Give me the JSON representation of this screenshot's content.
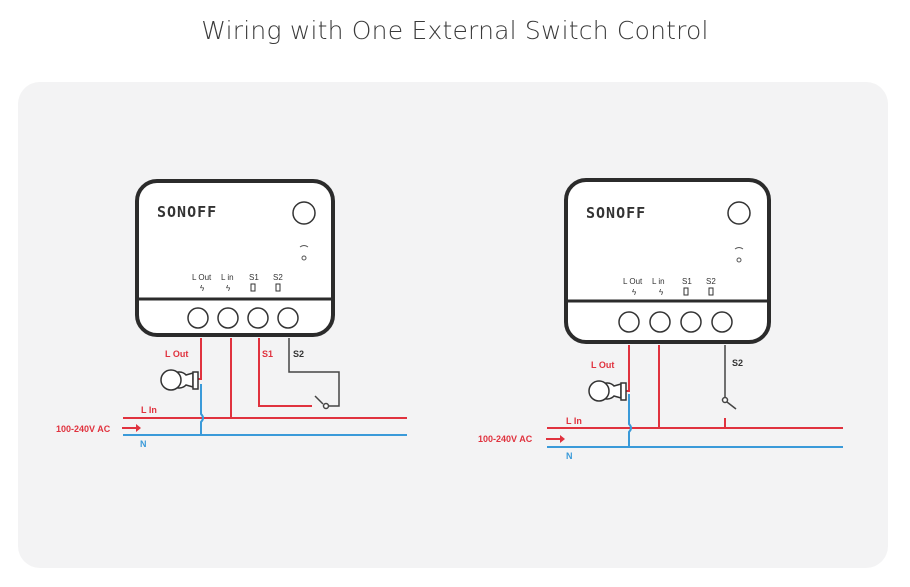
{
  "title": "Wiring with One External Switch Control",
  "colors": {
    "live": "#e0323e",
    "neutral": "#3a9ad9",
    "switch_wire": "#333333",
    "panel": "#f3f3f4"
  },
  "device": {
    "brand": "SONOFF",
    "terminals": [
      "L Out",
      "L in",
      "S1",
      "S2"
    ]
  },
  "diagrams": [
    {
      "name": "left",
      "labels": {
        "l_out": "L Out",
        "s1": "S1",
        "s2": "S2",
        "l_in": "L In",
        "voltage": "100-240V AC",
        "neutral": "N"
      }
    },
    {
      "name": "right",
      "labels": {
        "l_out": "L Out",
        "s2": "S2",
        "l_in": "L In",
        "voltage": "100-240V AC",
        "neutral": "N"
      }
    }
  ]
}
